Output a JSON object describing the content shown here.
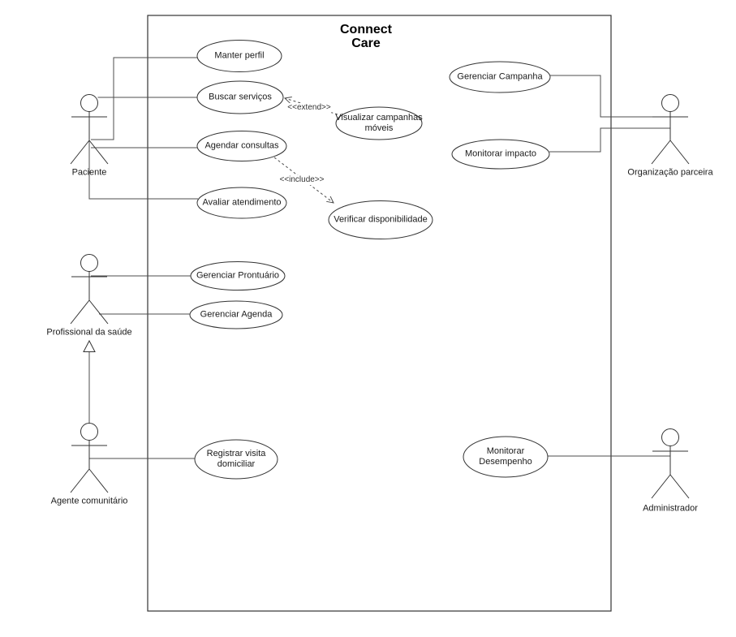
{
  "title": "Connect\nCare",
  "colors": {
    "background": "#ffffff",
    "shape_stroke": "#333333",
    "connector_stroke": "#4d4d4d"
  },
  "usecases": {
    "manter_perfil": "Manter perfil",
    "buscar_servicos": "Buscar serviços",
    "agendar_consultas": "Agendar consultas",
    "avaliar_atendimento": "Avaliar atendimento",
    "visualizar_campanhas": "Visualizar campanhas móveis",
    "verificar_disponibilidade": "Verificar disponibilidade",
    "gerenciar_campanha": "Gerenciar Campanha",
    "monitorar_impacto": "Monitorar impacto",
    "gerenciar_prontuario": "Gerenciar Prontuário",
    "gerenciar_agenda": "Gerenciar Agenda",
    "registrar_visita": "Registrar visita domiciliar",
    "monitorar_desempenho": "Monitorar Desempenho"
  },
  "actors": {
    "paciente": "Paciente",
    "organizacao_parceira": "Organização parceira",
    "profissional_saude": "Profissional da saúde",
    "agente_comunitario": "Agente comunitário",
    "administrador": "Administrador"
  },
  "stereotypes": {
    "extend": "<<extend>>",
    "include": "<<include>>"
  },
  "relationships": [
    {
      "from": "Paciente",
      "to": "Manter perfil",
      "type": "association"
    },
    {
      "from": "Paciente",
      "to": "Buscar serviços",
      "type": "association"
    },
    {
      "from": "Paciente",
      "to": "Agendar consultas",
      "type": "association"
    },
    {
      "from": "Paciente",
      "to": "Avaliar atendimento",
      "type": "association"
    },
    {
      "from": "Visualizar campanhas móveis",
      "to": "Buscar serviços",
      "type": "extend"
    },
    {
      "from": "Agendar consultas",
      "to": "Verificar disponibilidade",
      "type": "include"
    },
    {
      "from": "Organização parceira",
      "to": "Gerenciar Campanha",
      "type": "association"
    },
    {
      "from": "Organização parceira",
      "to": "Monitorar impacto",
      "type": "association"
    },
    {
      "from": "Profissional da saúde",
      "to": "Gerenciar Prontuário",
      "type": "association"
    },
    {
      "from": "Profissional da saúde",
      "to": "Gerenciar Agenda",
      "type": "association"
    },
    {
      "from": "Agente comunitário",
      "to": "Profissional da saúde",
      "type": "generalization"
    },
    {
      "from": "Agente comunitário",
      "to": "Registrar visita domiciliar",
      "type": "association"
    },
    {
      "from": "Administrador",
      "to": "Monitorar Desempenho",
      "type": "association"
    }
  ]
}
